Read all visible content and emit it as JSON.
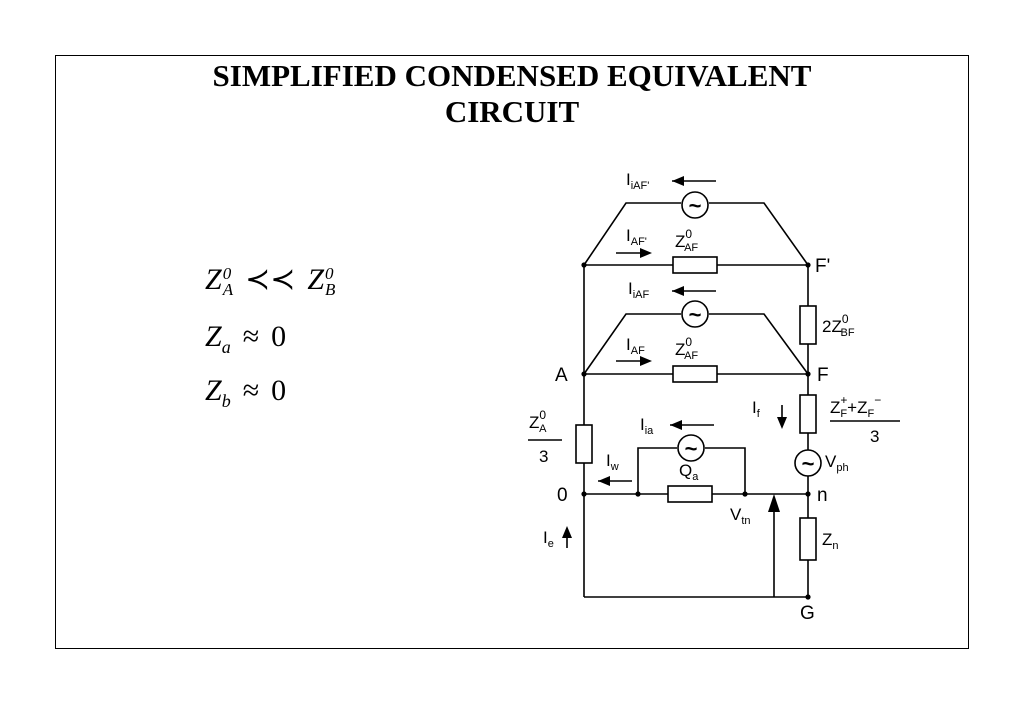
{
  "title": {
    "line1": "SIMPLIFIED CONDENSED EQUIVALENT",
    "line2": "CIRCUIT"
  },
  "conditions": [
    {
      "lhs": "Z",
      "lhs_sub": "A",
      "lhs_sup": "0",
      "rel": "≺≺",
      "rhs": "Z",
      "rhs_sub": "B",
      "rhs_sup": "0"
    },
    {
      "lhs": "Z",
      "lhs_sub": "a",
      "rel": "≈",
      "rhs": "0"
    },
    {
      "lhs": "Z",
      "lhs_sub": "b",
      "rel": "≈",
      "rhs": "0"
    }
  ],
  "circuit": {
    "nodes": {
      "A": "A",
      "F": "F",
      "Fp": "F'",
      "zero": "0",
      "n": "n",
      "G": "G"
    },
    "labels": {
      "I_iAFp": {
        "main": "I",
        "sub": "iAF'"
      },
      "I_AFp": {
        "main": "I",
        "sub": "AF'"
      },
      "Z_AF_top": {
        "main": "Z",
        "sup": "0",
        "sub": "AF"
      },
      "I_iAF": {
        "main": "I",
        "sub": "iAF"
      },
      "I_AF": {
        "main": "I",
        "sub": "AF"
      },
      "Z_AF_mid": {
        "main": "Z",
        "sup": "0",
        "sub": "AF"
      },
      "Z_BF": {
        "main": "2Z",
        "sup": "0",
        "sub": "BF"
      },
      "I_f": {
        "main": "I",
        "sub": "f"
      },
      "Z_F": {
        "main1": "Z",
        "sup1": "+",
        "sub1": "F",
        "plus": "+",
        "main2": "Z",
        "sub2": "F",
        "sup2": "−",
        "den": "3"
      },
      "Z_A": {
        "main": "Z",
        "sup": "0",
        "sub": "A",
        "den": "3"
      },
      "I_ia": {
        "main": "I",
        "sub": "ia"
      },
      "I_w": {
        "main": "I",
        "sub": "w"
      },
      "Q_a": {
        "main": "Q",
        "sub": "a"
      },
      "V_ph": {
        "main": "V",
        "sub": "ph"
      },
      "V_tn": {
        "main": "V",
        "sub": "tn"
      },
      "I_e": {
        "main": "I",
        "sub": "e"
      },
      "Z_n": {
        "main": "Z",
        "sub": "n"
      },
      "source_symbol": "~"
    }
  }
}
